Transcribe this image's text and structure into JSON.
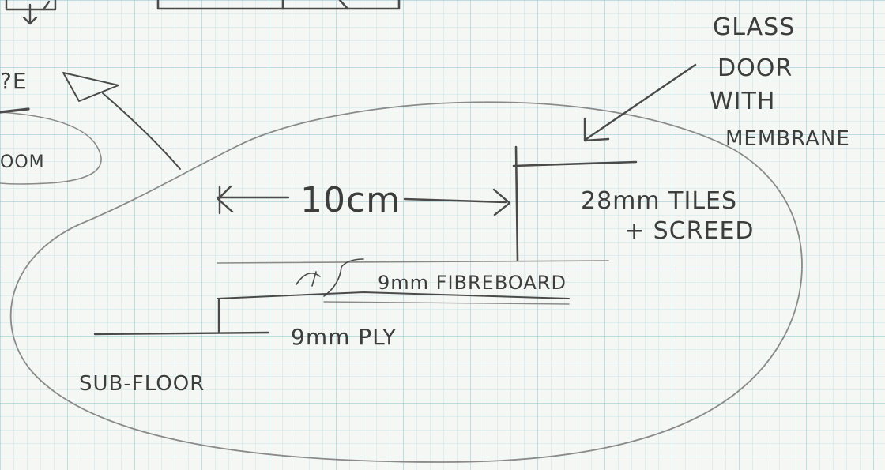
{
  "labels": {
    "door_line1": "GLASS",
    "door_line2": "DOOR",
    "door_line3": "WITH",
    "door_line4": "MEMBRANE",
    "dimension": "10cm",
    "tiles_line1": "28mm TILES",
    "tiles_line2": "+ SCREED",
    "fibreboard": "9mm FIBREBOARD",
    "ply": "9mm PLY",
    "subfloor": "SUB-FLOOR",
    "left_fragment_top": "?E",
    "left_fragment_bottom": "OOM"
  },
  "colors": {
    "paper": "#f4f7f4",
    "grid_minor": "#c8e4e8",
    "grid_major": "#9ccbd3",
    "pencil": "#4a4a4a"
  }
}
